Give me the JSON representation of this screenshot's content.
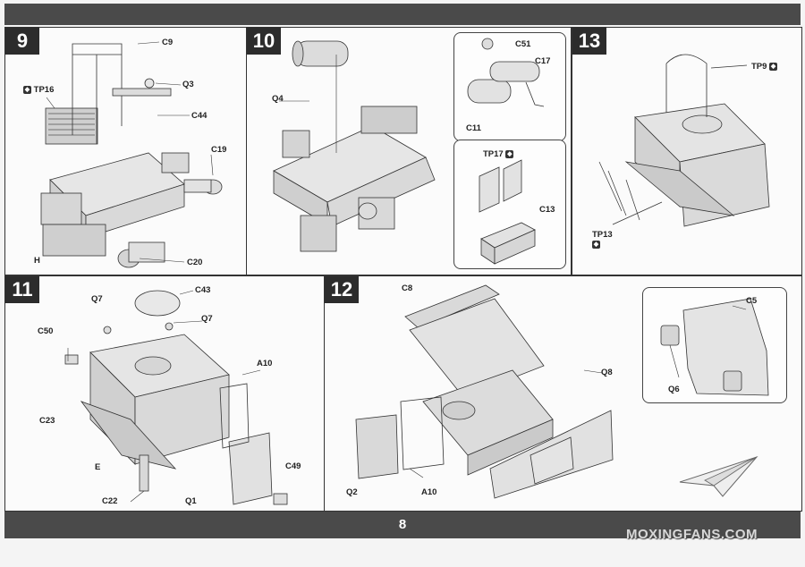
{
  "page_number": "8",
  "watermark": "MOXINGFANS.COM",
  "steps": {
    "s9": {
      "number": "9",
      "labels": {
        "tp16": "TP16",
        "c9": "C9",
        "q3": "Q3",
        "c44": "C44",
        "c19": "C19",
        "h": "H",
        "c20": "C20"
      }
    },
    "s10": {
      "number": "10",
      "labels": {
        "q4": "Q4",
        "c51": "C51",
        "c17": "C17",
        "c11": "C11",
        "tp17": "TP17",
        "c13": "C13"
      }
    },
    "s13": {
      "number": "13",
      "labels": {
        "tp9": "TP9",
        "tp13": "TP13"
      }
    },
    "s11": {
      "number": "11",
      "labels": {
        "c43": "C43",
        "q7a": "Q7",
        "q7b": "Q7",
        "c50": "C50",
        "a10": "A10",
        "c23": "C23",
        "e": "E",
        "c49": "C49",
        "c22": "C22",
        "q1": "Q1"
      }
    },
    "s12": {
      "number": "12",
      "labels": {
        "c8": "C8",
        "c5": "C5",
        "q8": "Q8",
        "q6": "Q6",
        "q2": "Q2",
        "a10": "A10"
      }
    }
  },
  "icons": {
    "paint_icon": "paint-drop-icon"
  }
}
